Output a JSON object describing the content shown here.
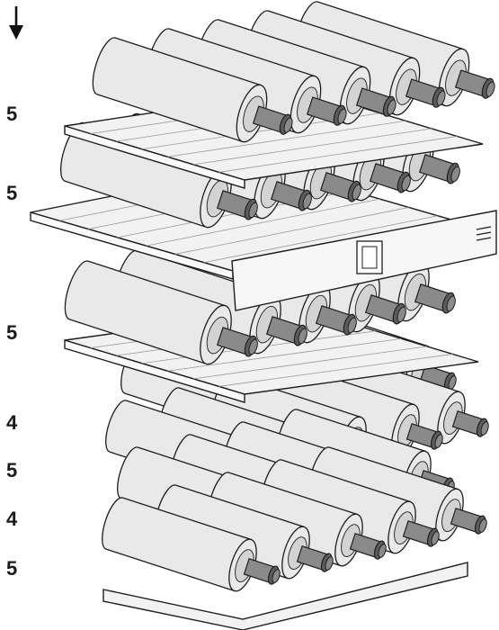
{
  "row_counts": [
    "5",
    "5",
    "5",
    "4",
    "5",
    "4",
    "5"
  ],
  "icons": {
    "arrow": "down-arrow-icon"
  },
  "colors": {
    "bottle_body": "#e9e9e9",
    "bottle_shade": "#d3d3d3",
    "bottle_neck": "#8a8a8a",
    "neck_dark": "#5c5c5c",
    "outline": "#1e1e1e",
    "shelf": "#f2f2f2",
    "panel": "#f7f7f7"
  }
}
